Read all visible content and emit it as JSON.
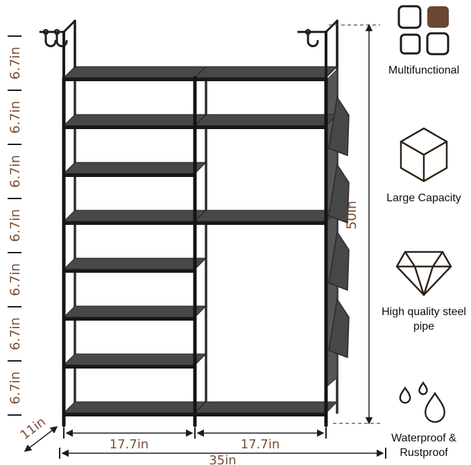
{
  "dimensions": {
    "left_gaps": [
      "6.7in",
      "6.7in",
      "6.7in",
      "6.7in",
      "6.7in",
      "6.7in",
      "6.7in"
    ],
    "total_height": "50in",
    "left_width": "17.7in",
    "right_width": "17.7in",
    "total_width": "35in",
    "depth": "11in"
  },
  "features": [
    {
      "icon": "grid-squares-icon",
      "label": "Multifunctional"
    },
    {
      "icon": "cube-box-icon",
      "label": "Large Capacity"
    },
    {
      "icon": "diamond-icon",
      "label": "High quality steel pipe"
    },
    {
      "icon": "water-drops-icon",
      "label": "Waterproof & Rustproof"
    }
  ],
  "colors": {
    "dimension_text": "#7d4e33",
    "accent_brown": "#6b4632",
    "rack_frame": "#1a1a1a",
    "shelf_surface": "#484848",
    "fabric_panel": "#565656"
  }
}
